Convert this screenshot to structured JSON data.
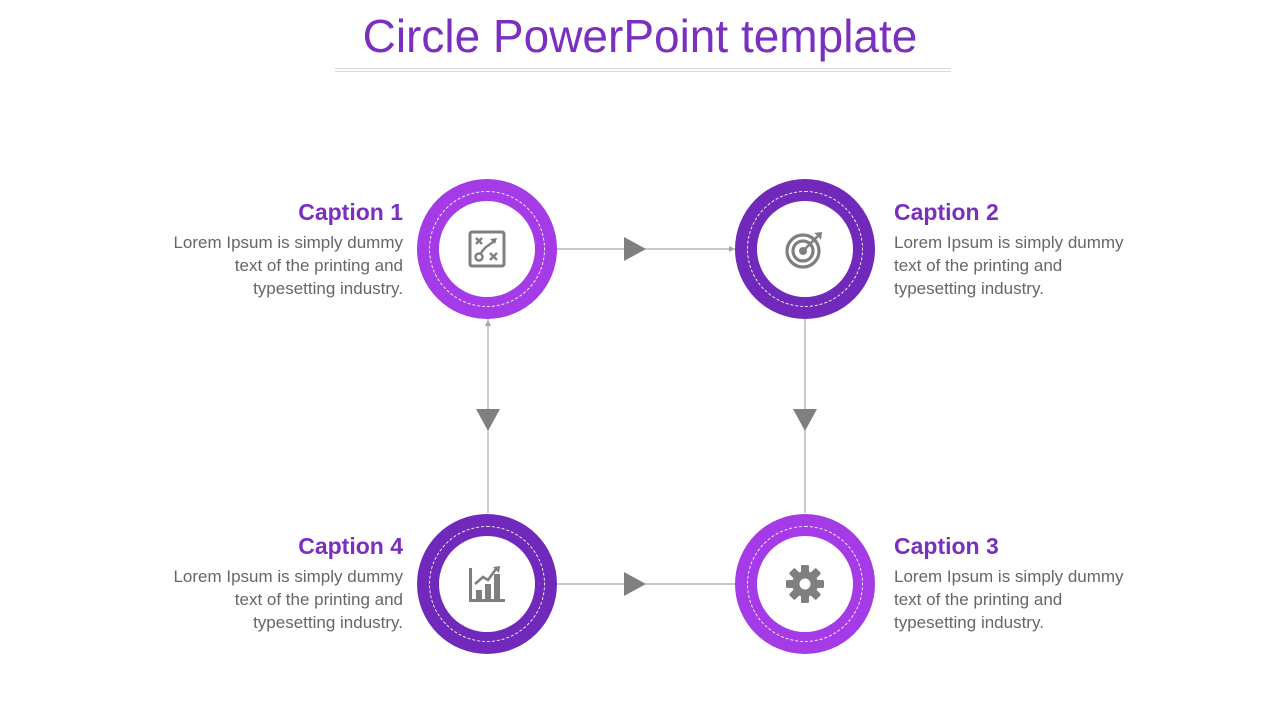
{
  "title": "Circle PowerPoint template",
  "colors": {
    "accent_light": "#a43be6",
    "accent_dark": "#7029bb",
    "title": "#7a2fc0",
    "icon": "#7f7f7f",
    "connector": "#a6a6a6",
    "arrow": "#7f7f7f",
    "body_text": "#666666"
  },
  "captions": [
    {
      "title": "Caption 1",
      "text": "Lorem Ipsum is simply dummy text of the printing and typesetting industry.",
      "icon": "strategy-board-icon",
      "tone": "light"
    },
    {
      "title": "Caption 2",
      "text": "Lorem Ipsum is simply dummy text of the printing and typesetting industry.",
      "icon": "target-icon",
      "tone": "dark"
    },
    {
      "title": "Caption 3",
      "text": "Lorem Ipsum is simply dummy text of the printing and typesetting industry.",
      "icon": "gear-icon",
      "tone": "light"
    },
    {
      "title": "Caption 4",
      "text": "Lorem Ipsum is simply dummy text of the printing and typesetting industry.",
      "icon": "bar-chart-icon",
      "tone": "dark"
    }
  ]
}
